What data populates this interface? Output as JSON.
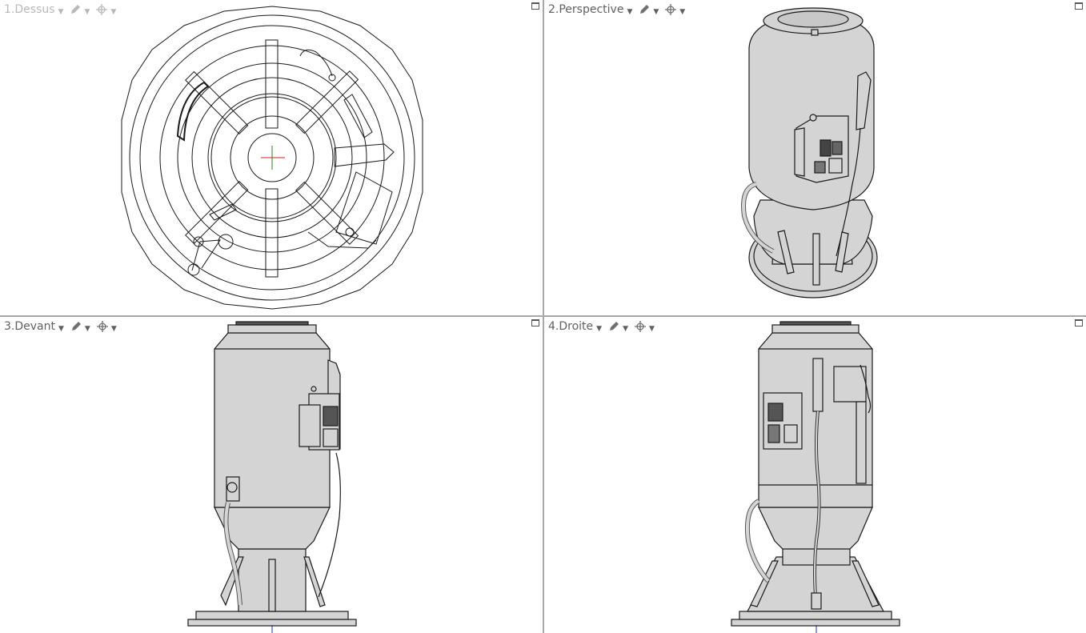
{
  "viewports": [
    {
      "id": 1,
      "label": "1.Dessus",
      "view": "top",
      "active": false,
      "display_mode": "wireframe"
    },
    {
      "id": 2,
      "label": "2.Perspective",
      "view": "perspective",
      "active": true,
      "display_mode": "shaded"
    },
    {
      "id": 3,
      "label": "3.Devant",
      "view": "front",
      "active": true,
      "display_mode": "shaded"
    },
    {
      "id": 4,
      "label": "4.Droite",
      "view": "right",
      "active": true,
      "display_mode": "shaded"
    }
  ],
  "header_icons": {
    "dropdown": "caret-down",
    "display_mode": "pencil-icon",
    "snap": "crosshair-target-icon",
    "maximize": "maximize-icon"
  },
  "colors": {
    "background": "#ffffff",
    "divider": "#a8a8a8",
    "model_fill": "#d4d4d4",
    "model_stroke": "#1a1a1a",
    "axis_x": "#d02020",
    "axis_y": "#208020",
    "axis_z": "#2030a0",
    "label_active": "#606060",
    "label_inactive": "#b8b8b8"
  }
}
